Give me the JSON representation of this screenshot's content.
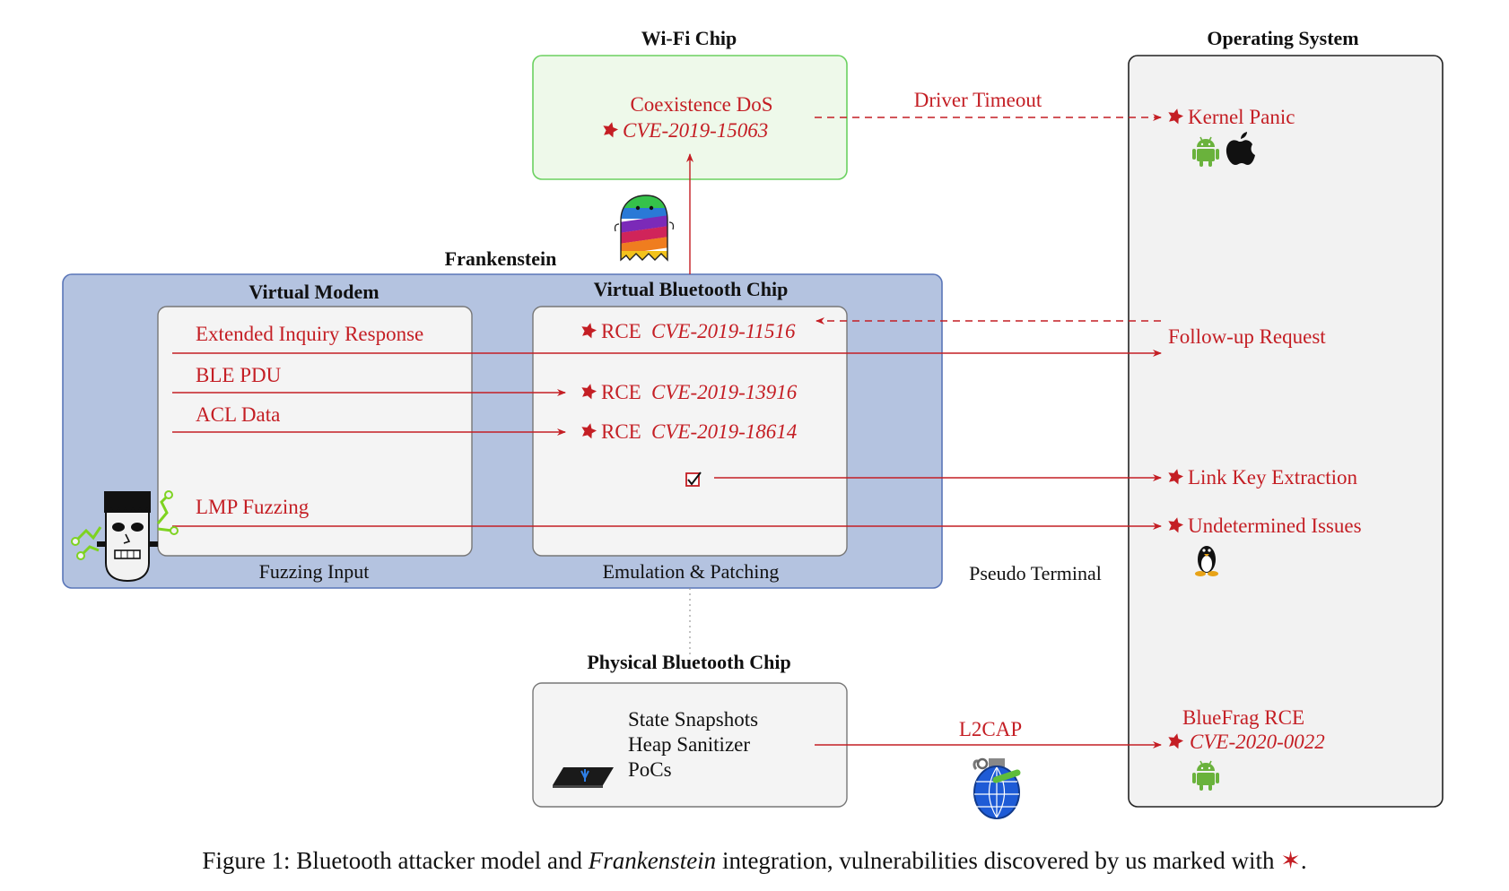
{
  "wifi_chip": {
    "title": "Wi-Fi Chip",
    "vuln": "Coexistence DoS",
    "cve": "CVE-2019-15063"
  },
  "operating_system": {
    "title": "Operating System",
    "kernel_panic": "Kernel Panic",
    "follow_up": "Follow-up Request",
    "link_key": "Link Key Extraction",
    "undetermined": "Undetermined Issues",
    "bluefrag": "BlueFrag RCE",
    "bluefrag_cve": "CVE-2020-0022"
  },
  "frankenstein": {
    "title": "Frankenstein",
    "virtual_modem": {
      "title": "Virtual Modem",
      "caption": "Fuzzing Input",
      "inputs": [
        "Extended Inquiry Response",
        "BLE PDU",
        "ACL Data",
        "LMP Fuzzing"
      ]
    },
    "virtual_chip": {
      "title": "Virtual Bluetooth Chip",
      "caption": "Emulation & Patching",
      "rce_label": "RCE",
      "cves": [
        "CVE-2019-11516",
        "CVE-2019-13916",
        "CVE-2019-18614"
      ]
    }
  },
  "edges": {
    "driver_timeout": "Driver Timeout",
    "pseudo_terminal": "Pseudo Terminal",
    "l2cap": "L2CAP"
  },
  "physical_chip": {
    "title": "Physical Bluetooth Chip",
    "features": [
      "State Snapshots",
      "Heap Sanitizer",
      "PoCs"
    ]
  },
  "caption": {
    "prefix": "Figure 1: Bluetooth attacker model and ",
    "italic": "Frankenstein",
    "suffix": " integration, vulnerabilities discovered by us marked with "
  },
  "colors": {
    "vuln_red": "#c41e24",
    "frankenstein_fill": "#b4c3e0",
    "frankenstein_stroke": "#5a76b8",
    "wifi_fill": "#eef9ea",
    "wifi_stroke": "#6bd160",
    "android_green": "#6ab23c"
  }
}
